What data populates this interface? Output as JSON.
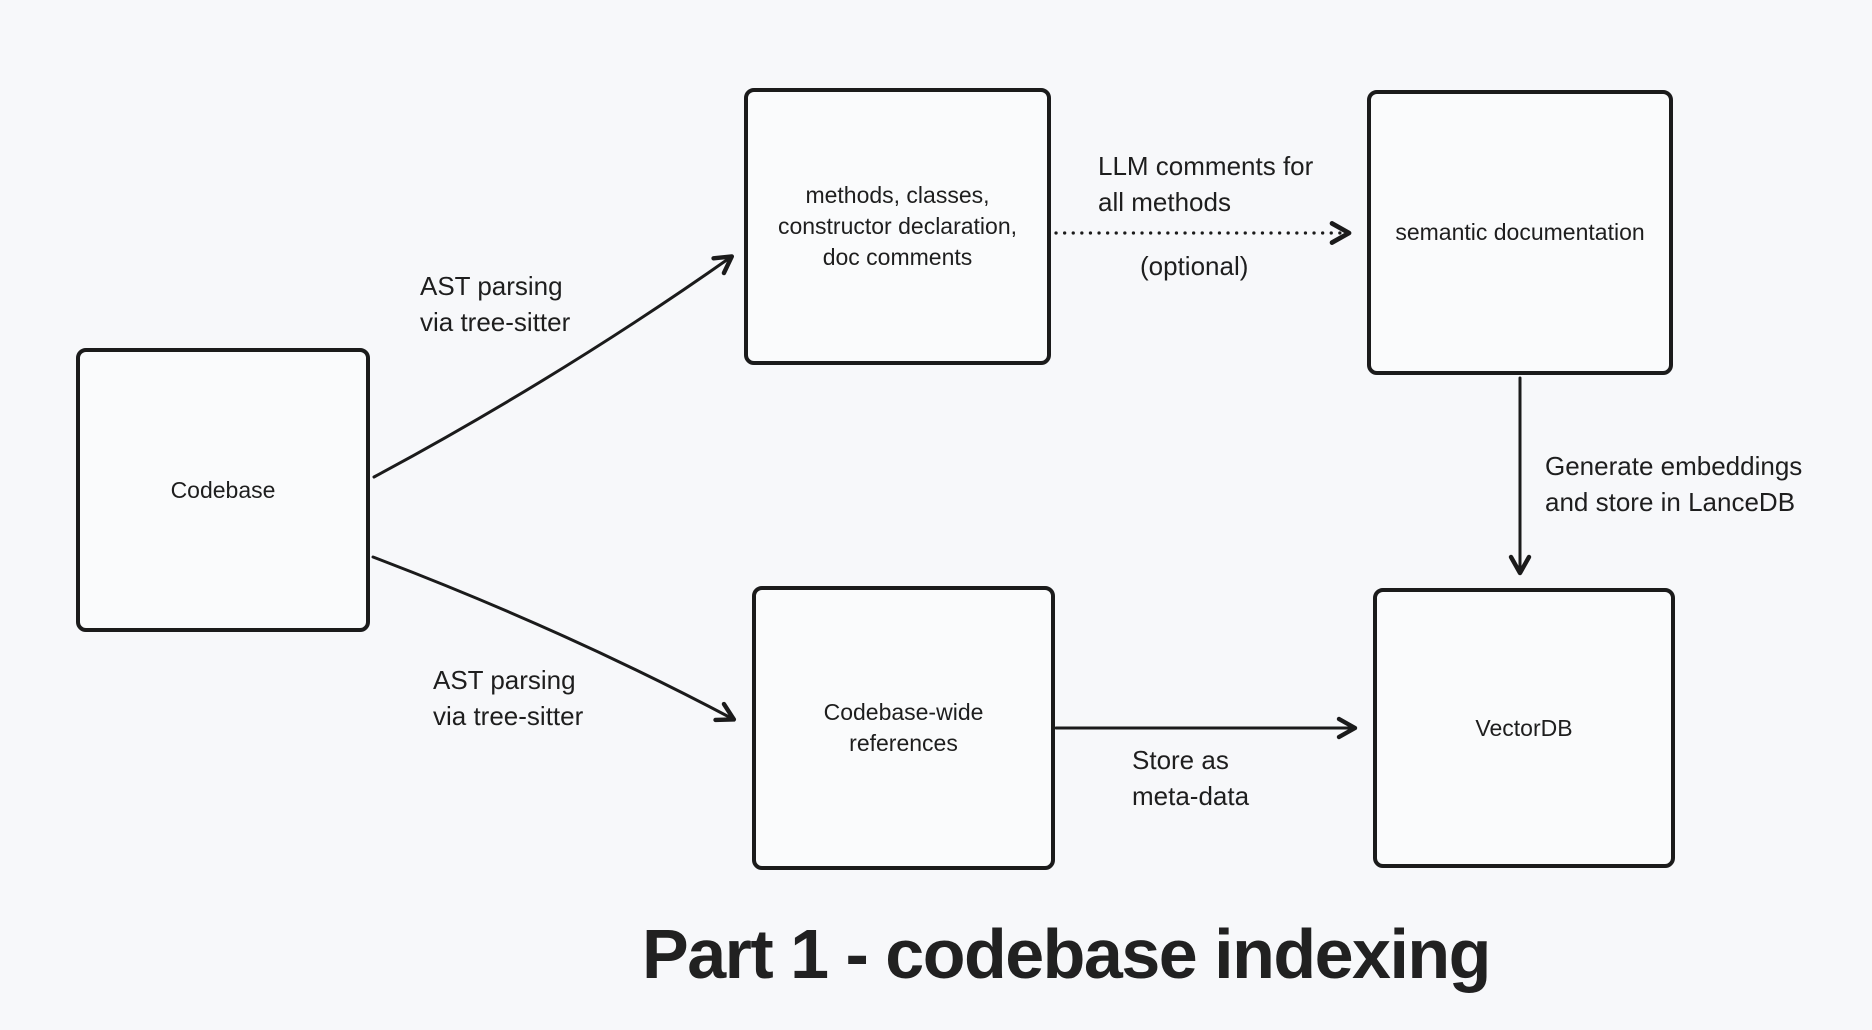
{
  "palette": {
    "background": "#f7f8fa",
    "stroke": "#1b1b1b",
    "text": "#1e1e1e"
  },
  "title": {
    "text": "Part 1 - codebase indexing"
  },
  "nodes": [
    {
      "id": "codebase",
      "label": "Codebase"
    },
    {
      "id": "parsed-declarations",
      "label": "methods, classes,\nconstructor declaration,\ndoc comments"
    },
    {
      "id": "semantic-documentation",
      "label": "semantic documentation"
    },
    {
      "id": "codebase-wide-references",
      "label": "Codebase-wide\nreferences"
    },
    {
      "id": "vectordb",
      "label": "VectorDB"
    }
  ],
  "edges": [
    {
      "id": "codebase-to-declarations",
      "style": "solid",
      "label": "AST parsing\nvia tree-sitter"
    },
    {
      "id": "codebase-to-references",
      "style": "solid",
      "label": "AST parsing\nvia tree-sitter"
    },
    {
      "id": "declarations-to-semantic-doc",
      "style": "dotted",
      "label": "LLM comments for\nall methods",
      "sublabel": "(optional)"
    },
    {
      "id": "semantic-doc-to-vectordb",
      "style": "solid",
      "label": "Generate embeddings\nand store in LanceDB"
    },
    {
      "id": "references-to-vectordb",
      "style": "solid",
      "label": "Store as\nmeta-data"
    }
  ]
}
